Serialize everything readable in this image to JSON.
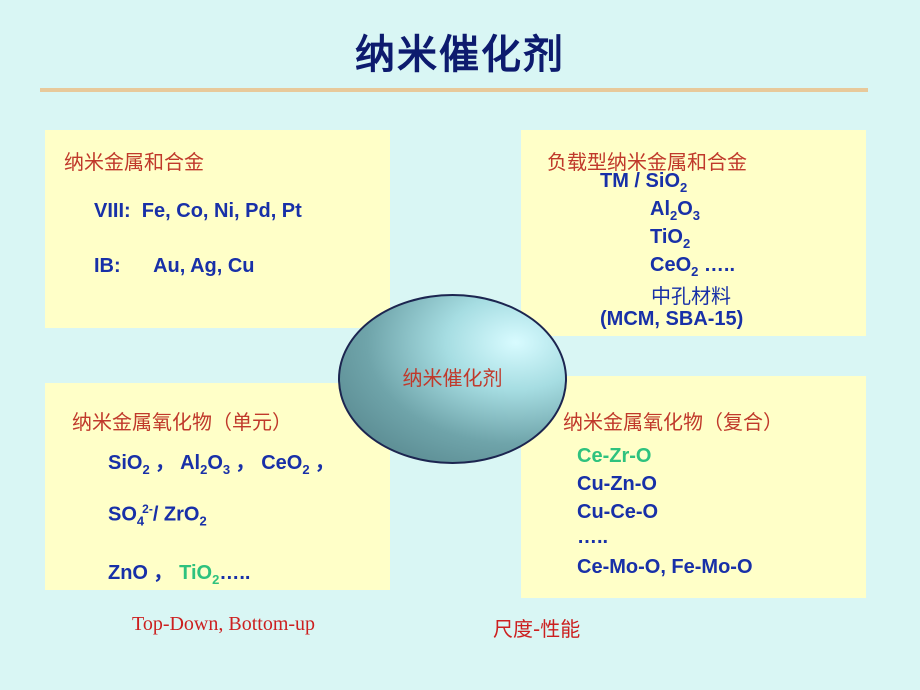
{
  "title": "纳米催化剂",
  "center_label": "纳米催化剂",
  "top_left": {
    "heading": "纳米金属和合金",
    "viii_label": "VIII:",
    "viii_items": "Fe, Co, Ni, Pd, Pt",
    "ib_label": "IB:",
    "ib_items": "Au, Ag, Cu"
  },
  "top_right": {
    "heading": "负载型纳米金属和合金",
    "tm": "TM / SiO",
    "tm_sub": "2",
    "al": "Al",
    "al_sub1": "2",
    "al_o": "O",
    "al_sub2": "3",
    "ti": "TiO",
    "ti_sub": "2",
    "ce": "CeO",
    "ce_sub": "2",
    "ce_tail": " …..",
    "meso": "中孔材料",
    "mcm": "(MCM, SBA-15)"
  },
  "bottom_left": {
    "heading": "纳米金属氧化物（单元）",
    "si": "SiO",
    "si_sub": "2",
    "sep1": " ，",
    "al": "Al",
    "al_sub1": "2",
    "al_o": "O",
    "al_sub2": "3",
    "sep2": " ，",
    "ce": "CeO",
    "ce_sub": "2",
    "sep3": " ，",
    "so": "SO",
    "so_sub": "4",
    "so_sup": "2-",
    "so_tail": "/ ZrO",
    "zr_sub": "2",
    "zno": "ZnO ，",
    "tio": "TiO",
    "tio_sub": "2",
    "tio_tail": "….."
  },
  "bottom_right": {
    "heading": "纳米金属氧化物（复合）",
    "item1": "Ce-Zr-O",
    "item2": "Cu-Zn-O",
    "item3": "Cu-Ce-O",
    "item4": "…..",
    "item5": "Ce-Mo-O, Fe-Mo-O"
  },
  "footer": {
    "left": "Top-Down, Bottom-up",
    "right": "尺度-性能"
  },
  "colors": {
    "background": "#d9f6f4",
    "box": "#ffffc8",
    "heading_red": "#c0392b",
    "text_blue": "#1830a8",
    "highlight_green": "#2ec27e",
    "title_navy": "#0d1b6e"
  }
}
